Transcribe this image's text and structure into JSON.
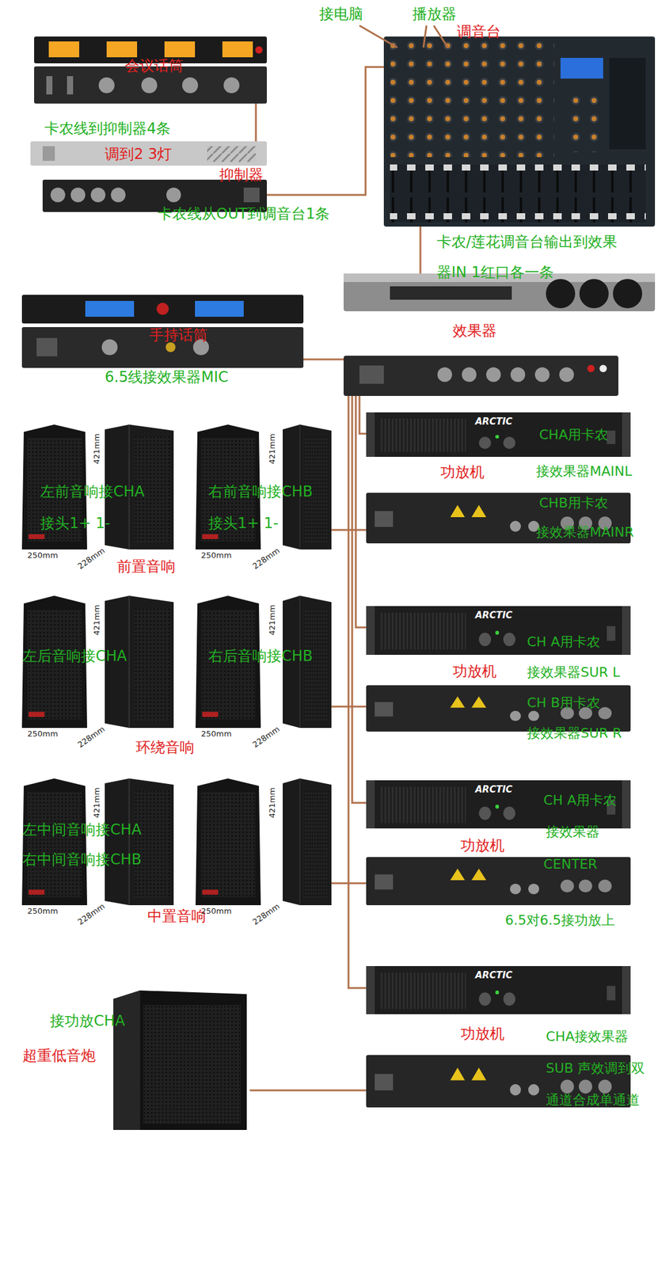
{
  "diagram": {
    "nodes": [
      {
        "text": [
          "会议话筒"
        ]
      },
      {
        "text": [
          "抑制器"
        ]
      },
      {
        "text": [
          "调音台"
        ]
      },
      {
        "text": [
          "效果器"
        ]
      },
      {
        "text": [
          "手持话筒"
        ]
      },
      {
        "text": [
          "功放机"
        ]
      },
      {
        "text": [
          "功放机"
        ]
      },
      {
        "text": [
          "功放机"
        ]
      },
      {
        "text": [
          "功放机"
        ]
      },
      {
        "text": [
          "前置音响"
        ]
      },
      {
        "text": [
          "环绕音响"
        ]
      },
      {
        "text": [
          "中置音响"
        ]
      },
      {
        "text": [
          "超重低音炮"
        ]
      }
    ],
    "edges": [
      {
        "from": 0,
        "to": 1,
        "arrow": "none"
      },
      {
        "from": 1,
        "to": 2,
        "arrow": "none"
      },
      {
        "from": 2,
        "to": 3,
        "arrow": "none"
      },
      {
        "from": 4,
        "to": 3,
        "arrow": "none"
      },
      {
        "from": 3,
        "to": 5,
        "arrow": "none"
      },
      {
        "from": 3,
        "to": 6,
        "arrow": "none"
      },
      {
        "from": 3,
        "to": 7,
        "arrow": "none"
      },
      {
        "from": 3,
        "to": 8,
        "arrow": "none"
      },
      {
        "from": 5,
        "to": 9,
        "arrow": "none"
      },
      {
        "from": 6,
        "to": 10,
        "arrow": "none"
      },
      {
        "from": 7,
        "to": 11,
        "arrow": "none"
      },
      {
        "from": 8,
        "to": 12,
        "arrow": "none"
      }
    ],
    "labels": [
      "接电脑",
      "播放器",
      "卡农线到抑制器4条",
      "调到2 3灯",
      "卡农线从OUT到调音台1条",
      "卡农/莲花调音台输出到效果器IN 1红口各一条",
      "6.5线接效果器MIC",
      "ARCTIC",
      "CHA用卡农",
      "接效果器MAINL",
      "CHB用卡农",
      "接效果器MAINR",
      "左前音响接CHA",
      "接头1+ 1-",
      "右前音响接CHB",
      "接头1+ 1-",
      "421mm",
      "421mm",
      "250mm",
      "228mm",
      "250mm",
      "228mm",
      "ARCTIC",
      "CH A用卡农",
      "接效果器SUR L",
      "CH B用卡农",
      "接效果器SUR R",
      "左后音响接CHA",
      "右后音响接CHB",
      "421mm",
      "421mm",
      "250mm",
      "228mm",
      "250mm",
      "228mm",
      "ARCTIC",
      "CH A用卡农",
      "接效果器",
      "CENTER",
      "6.5对6.5接功放上",
      "左中间音响接CHA",
      "右中间音响接CHB",
      "421mm",
      "421mm",
      "250mm",
      "228mm",
      "250mm",
      "228mm",
      "ARCTIC",
      "CHA接效果器SUB 声效调到双通道合成单通道",
      "接功放CHA"
    ]
  }
}
